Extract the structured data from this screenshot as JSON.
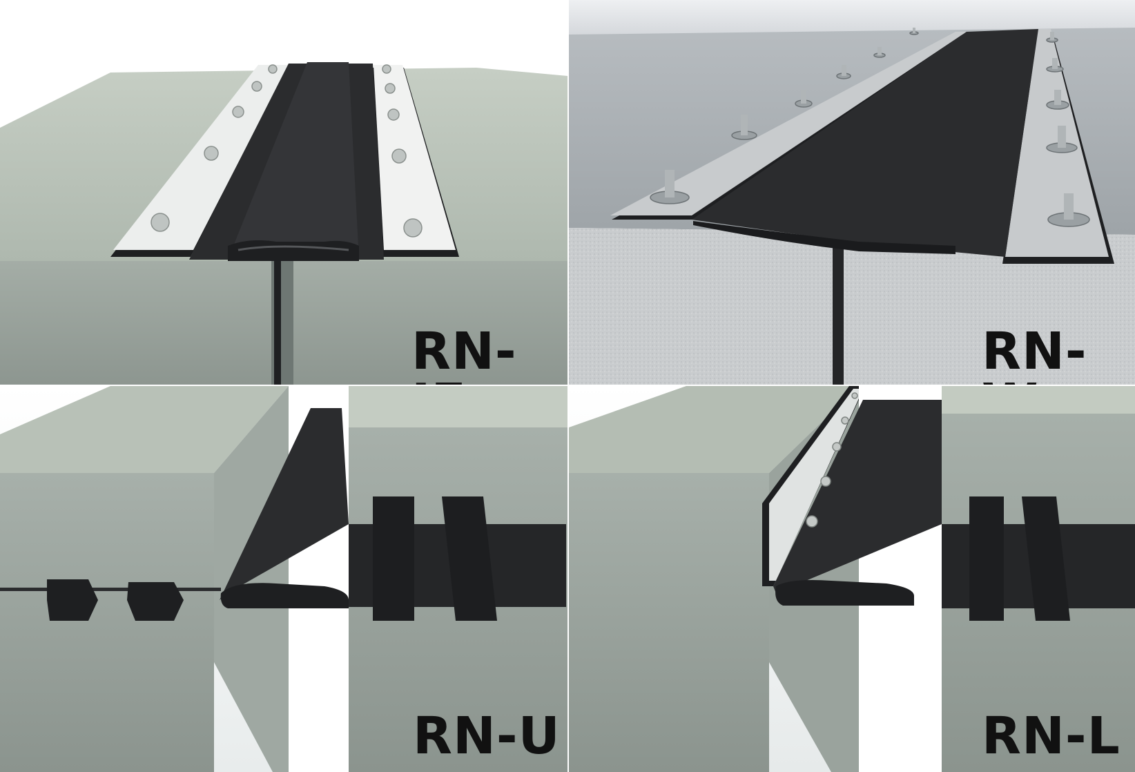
{
  "panels": [
    {
      "id": "top-left",
      "label": "RN-JF"
    },
    {
      "id": "top-right",
      "label": "RN-W"
    },
    {
      "id": "bottom-left",
      "label": "RN-U"
    },
    {
      "id": "bottom-right",
      "label": "RN-L"
    }
  ],
  "colors": {
    "rubber": "#2a2b2d",
    "concrete_top": "#b1bbb0",
    "concrete_front": "#8f9893",
    "steel_plate": "#e8ebe8",
    "label_text": "#111111"
  },
  "icons": [
    "bolt-icon",
    "expansion-joint-profile"
  ]
}
